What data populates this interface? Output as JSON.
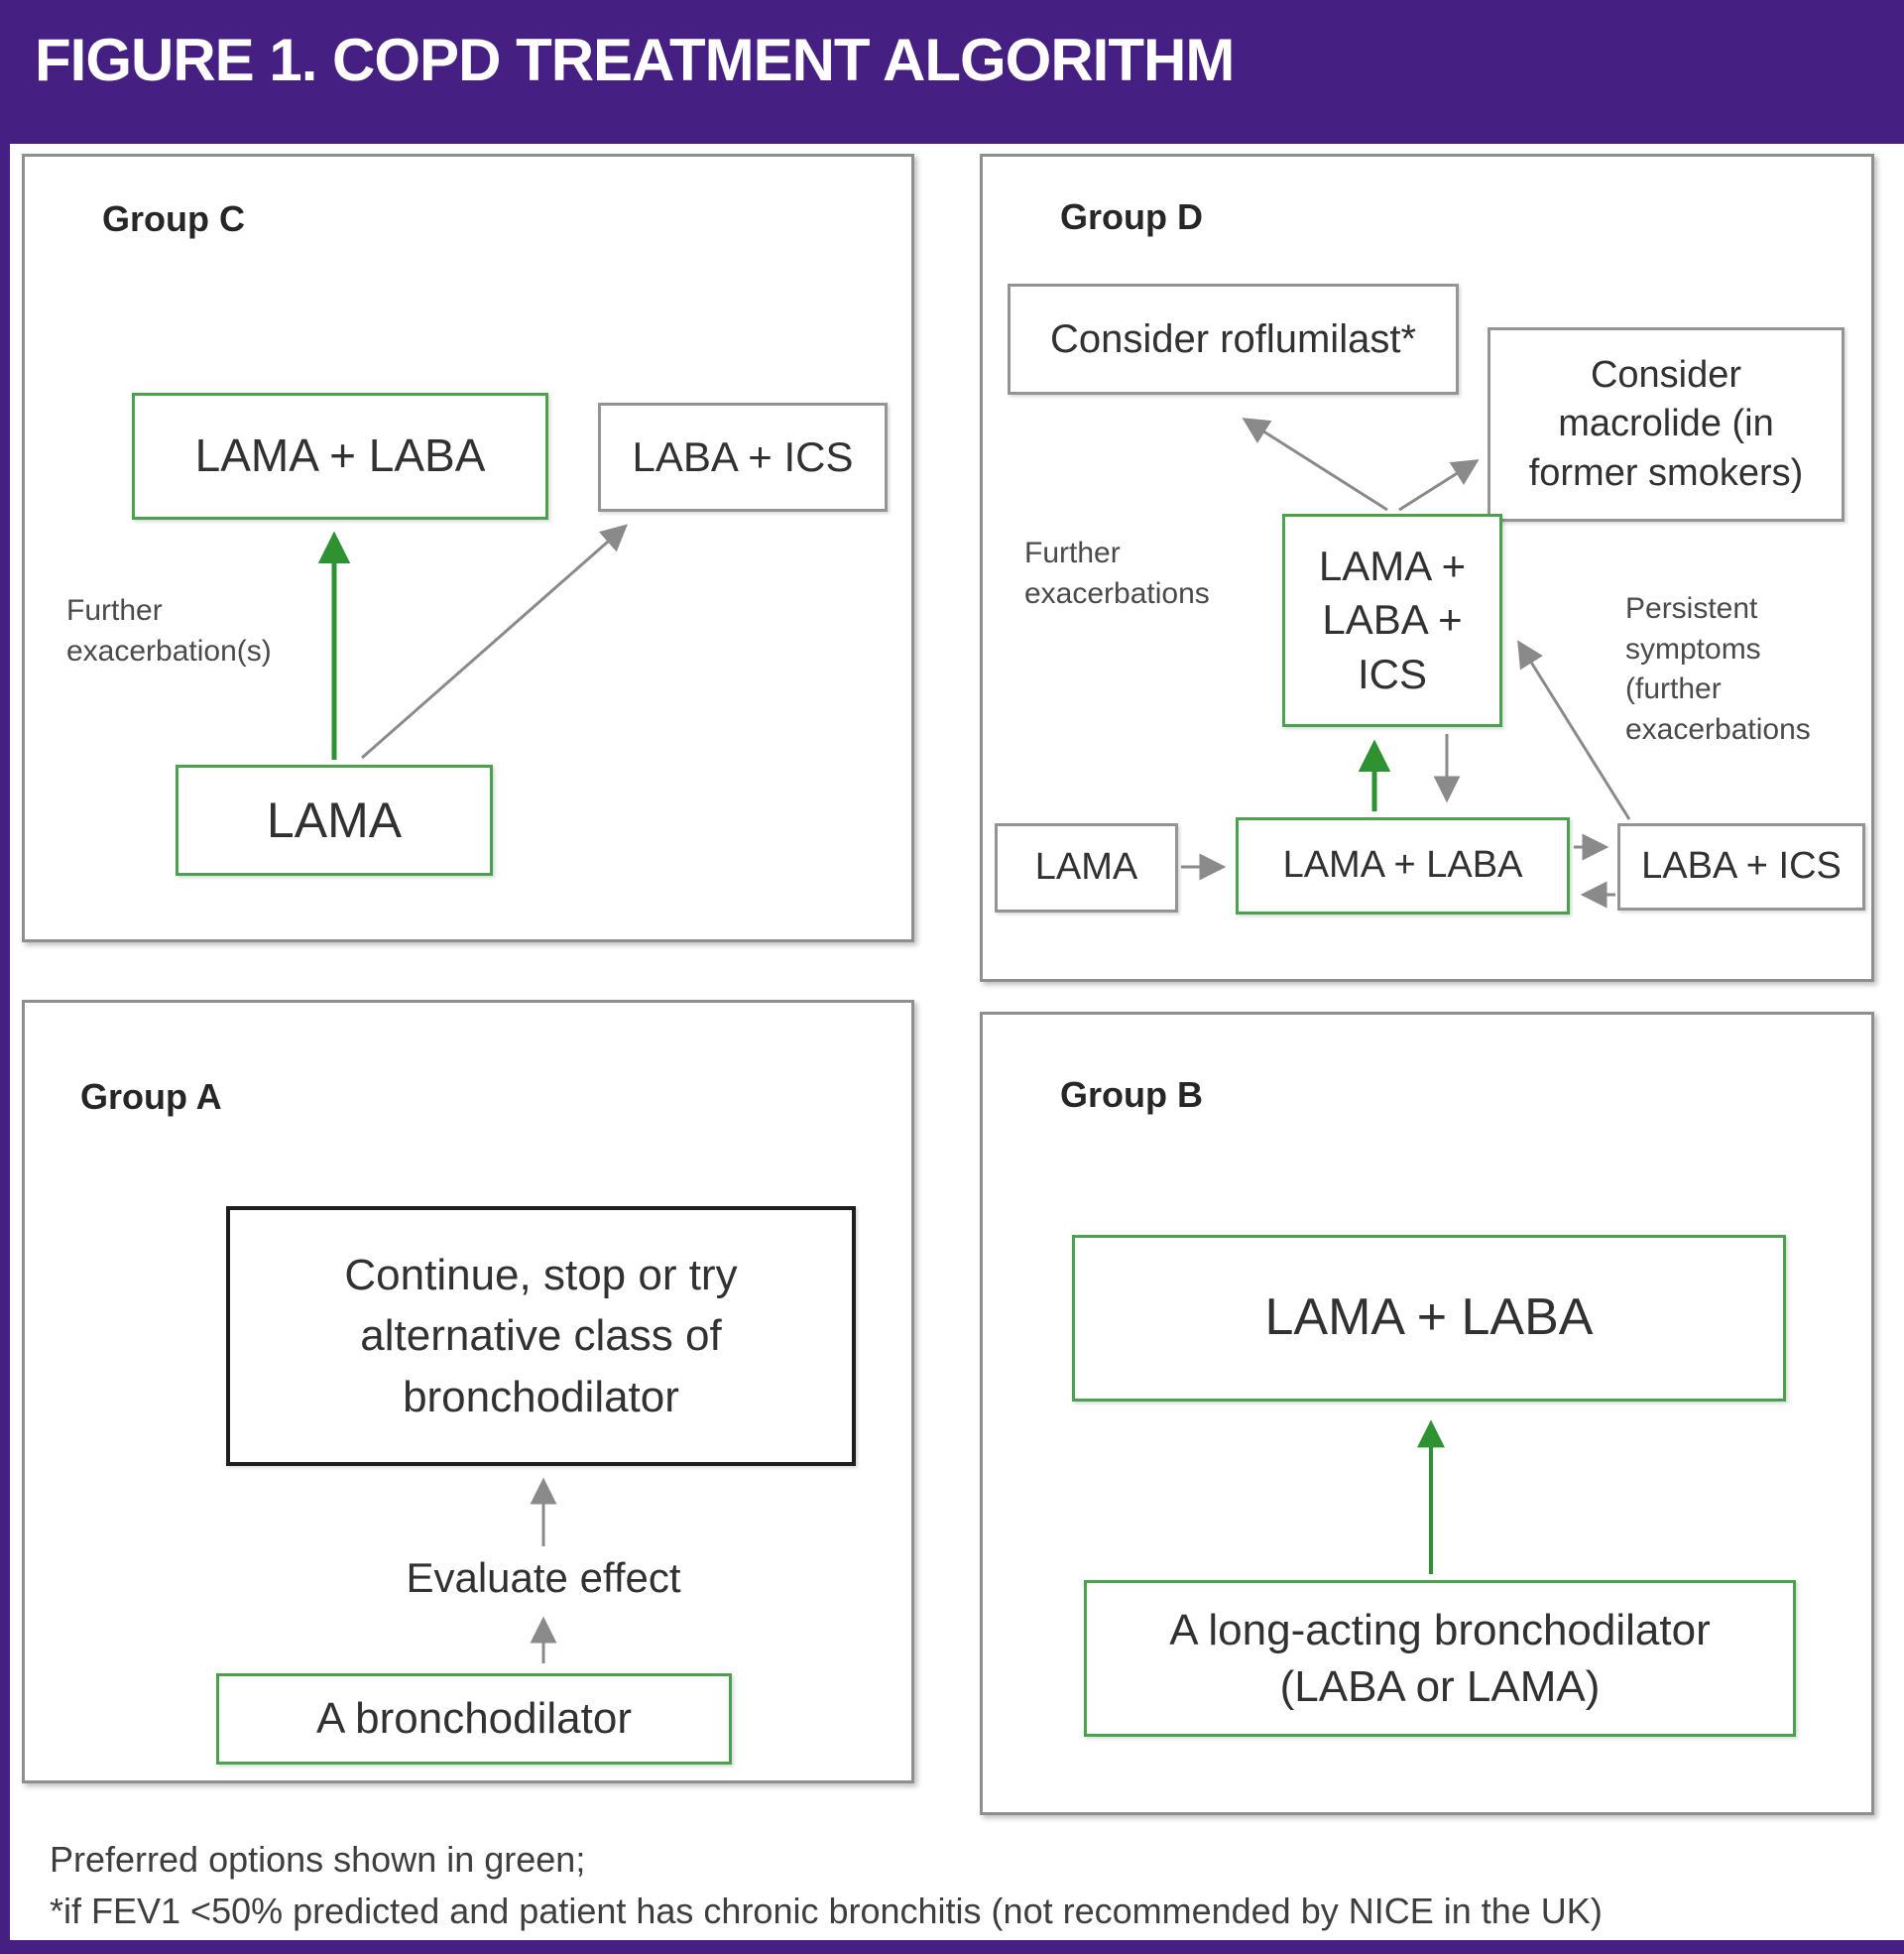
{
  "figure": {
    "title": "FIGURE 1. COPD TREATMENT ALGORITHM"
  },
  "colors": {
    "header_purple": "#452082",
    "preferred_green": "#4aa14e",
    "arrow_green": "#2e9132",
    "arrow_gray": "#8a8a8a",
    "box_border_gray": "#949494",
    "text_dark": "#313131"
  },
  "group_c": {
    "label": "Group C",
    "box_lama_laba": "LAMA + LABA",
    "box_laba_ics": "LABA + ICS",
    "box_lama": "LAMA",
    "note_further": [
      "Further",
      "exacerbation(s)"
    ]
  },
  "group_d": {
    "label": "Group D",
    "box_roflumilast": "Consider roflumilast*",
    "box_macrolide": [
      "Consider",
      "macrolide (in",
      "former smokers)"
    ],
    "box_lama_laba_ics": [
      "LAMA +",
      "LABA +",
      "ICS"
    ],
    "box_lama": "LAMA",
    "box_lama_laba": "LAMA + LABA",
    "box_laba_ics": "LABA + ICS",
    "note_further": [
      "Further",
      "exacerbations"
    ],
    "note_persistent": [
      "Persistent",
      "symptoms",
      "(further",
      "exacerbations"
    ]
  },
  "group_a": {
    "label": "Group A",
    "box_continue": [
      "Continue, stop or try",
      "alternative class of",
      "bronchodilator"
    ],
    "text_evaluate": "Evaluate effect",
    "box_bronchodilator": "A bronchodilator"
  },
  "group_b": {
    "label": "Group B",
    "box_lama_laba": "LAMA + LABA",
    "box_long_acting": [
      "A long-acting bronchodilator",
      "(LABA or LAMA)"
    ]
  },
  "footer": {
    "line1": "Preferred options shown in green;",
    "line2": "*if FEV1 <50% predicted and patient has chronic bronchitis (not recommended by NICE in the UK)"
  }
}
